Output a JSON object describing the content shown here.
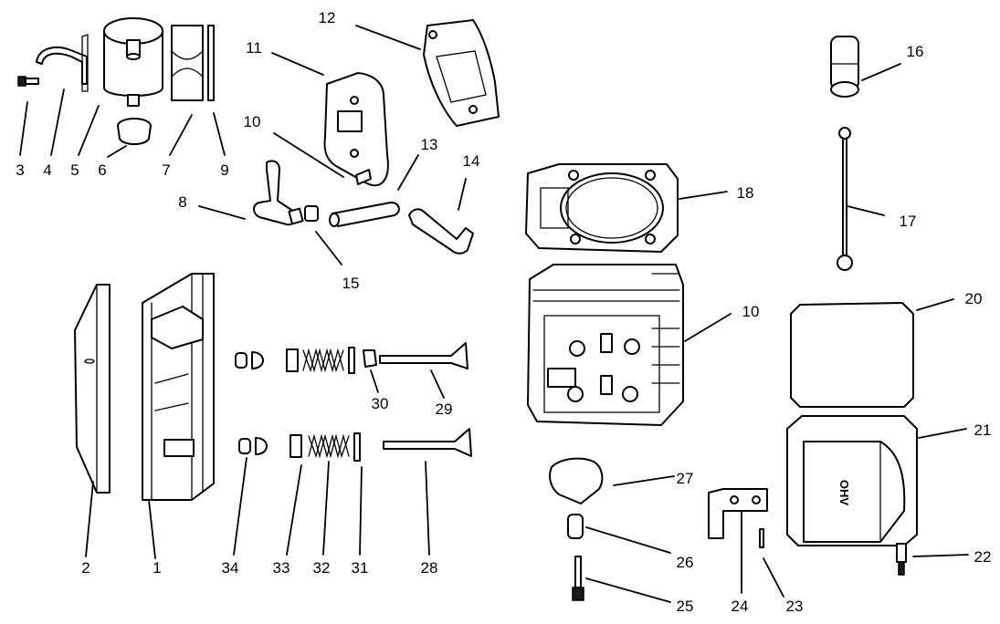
{
  "diagram": {
    "callouts": [
      {
        "id": "c1",
        "label": "1"
      },
      {
        "id": "c2",
        "label": "2"
      },
      {
        "id": "c3",
        "label": "3"
      },
      {
        "id": "c4",
        "label": "4"
      },
      {
        "id": "c5",
        "label": "5"
      },
      {
        "id": "c6",
        "label": "6"
      },
      {
        "id": "c7",
        "label": "7"
      },
      {
        "id": "c8",
        "label": "8"
      },
      {
        "id": "c9",
        "label": "9"
      },
      {
        "id": "c10a",
        "label": "10"
      },
      {
        "id": "c10b",
        "label": "10"
      },
      {
        "id": "c11",
        "label": "11"
      },
      {
        "id": "c12",
        "label": "12"
      },
      {
        "id": "c13",
        "label": "13"
      },
      {
        "id": "c14",
        "label": "14"
      },
      {
        "id": "c15",
        "label": "15"
      },
      {
        "id": "c16",
        "label": "16"
      },
      {
        "id": "c17",
        "label": "17"
      },
      {
        "id": "c18",
        "label": "18"
      },
      {
        "id": "c20",
        "label": "20"
      },
      {
        "id": "c21",
        "label": "21"
      },
      {
        "id": "c22",
        "label": "22"
      },
      {
        "id": "c23",
        "label": "23"
      },
      {
        "id": "c24",
        "label": "24"
      },
      {
        "id": "c25",
        "label": "25"
      },
      {
        "id": "c26",
        "label": "26"
      },
      {
        "id": "c27",
        "label": "27"
      },
      {
        "id": "c28",
        "label": "28"
      },
      {
        "id": "c29",
        "label": "29"
      },
      {
        "id": "c30",
        "label": "30"
      },
      {
        "id": "c31",
        "label": "31"
      },
      {
        "id": "c32",
        "label": "32"
      },
      {
        "id": "c33",
        "label": "33"
      },
      {
        "id": "c34",
        "label": "34"
      }
    ],
    "valve_cover_stamp": "OHV"
  }
}
